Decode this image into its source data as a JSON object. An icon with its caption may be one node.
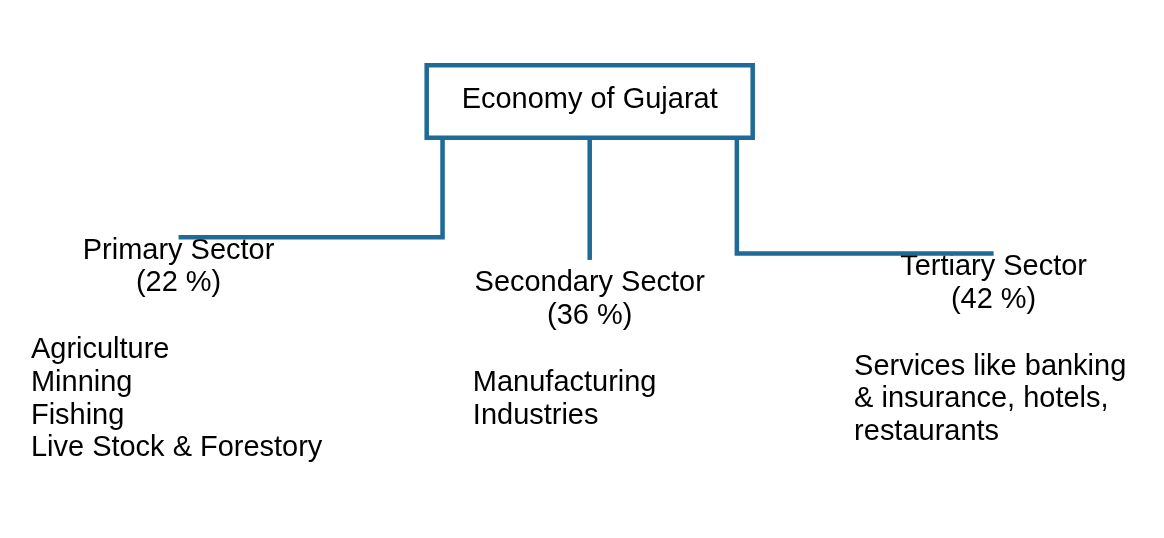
{
  "diagram": {
    "nodes": [
      {
        "text": [
          "Economy of Gujarat"
        ]
      },
      {
        "text": [
          "Primary Sector",
          "(22 %)"
        ],
        "beside": [
          "Agriculture",
          "Minning",
          "Fishing",
          "Live Stock & Forestory"
        ]
      },
      {
        "text": [
          "Secondary Sector",
          "(36 %)"
        ],
        "beside": [
          "Manufacturing Industries"
        ]
      },
      {
        "text": [
          "Tertiary Sector",
          "(42 %)"
        ],
        "beside": [
          "Services like banking & insurance, hotels, restaurants"
        ]
      }
    ],
    "edges": [
      {
        "from": 0,
        "to": 1,
        "arrow": "none"
      },
      {
        "from": 0,
        "to": 2,
        "arrow": "none"
      },
      {
        "from": 0,
        "to": 3,
        "arrow": "none"
      }
    ]
  }
}
